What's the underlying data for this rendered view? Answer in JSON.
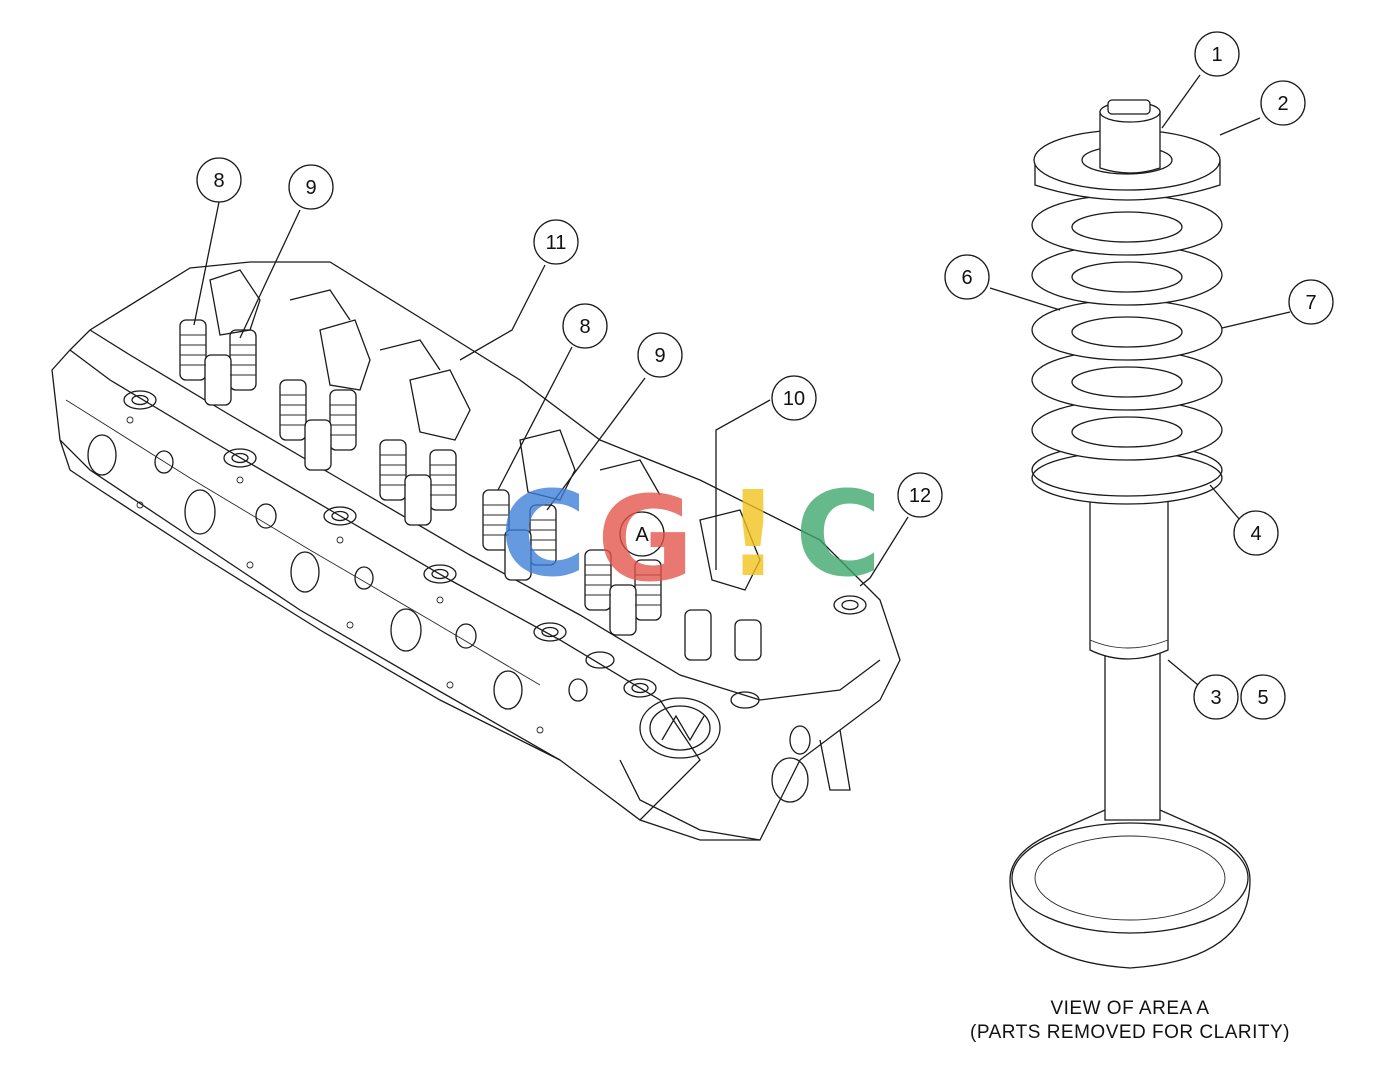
{
  "callouts": {
    "c1": "1",
    "c2": "2",
    "c3": "3",
    "c4": "4",
    "c5": "5",
    "c6": "6",
    "c7": "7",
    "c8a": "8",
    "c9a": "9",
    "c8b": "8",
    "c9b": "9",
    "c10": "10",
    "c11": "11",
    "c12": "12",
    "area": "A"
  },
  "caption": {
    "line1": "VIEW OF AREA  A",
    "line2": "(PARTS REMOVED FOR CLARITY)"
  },
  "watermark": {
    "letters": [
      "C",
      "G",
      "!",
      "C"
    ],
    "colors": [
      "#3b7dd8",
      "#e3534a",
      "#f2c21b",
      "#3aa66b"
    ]
  }
}
